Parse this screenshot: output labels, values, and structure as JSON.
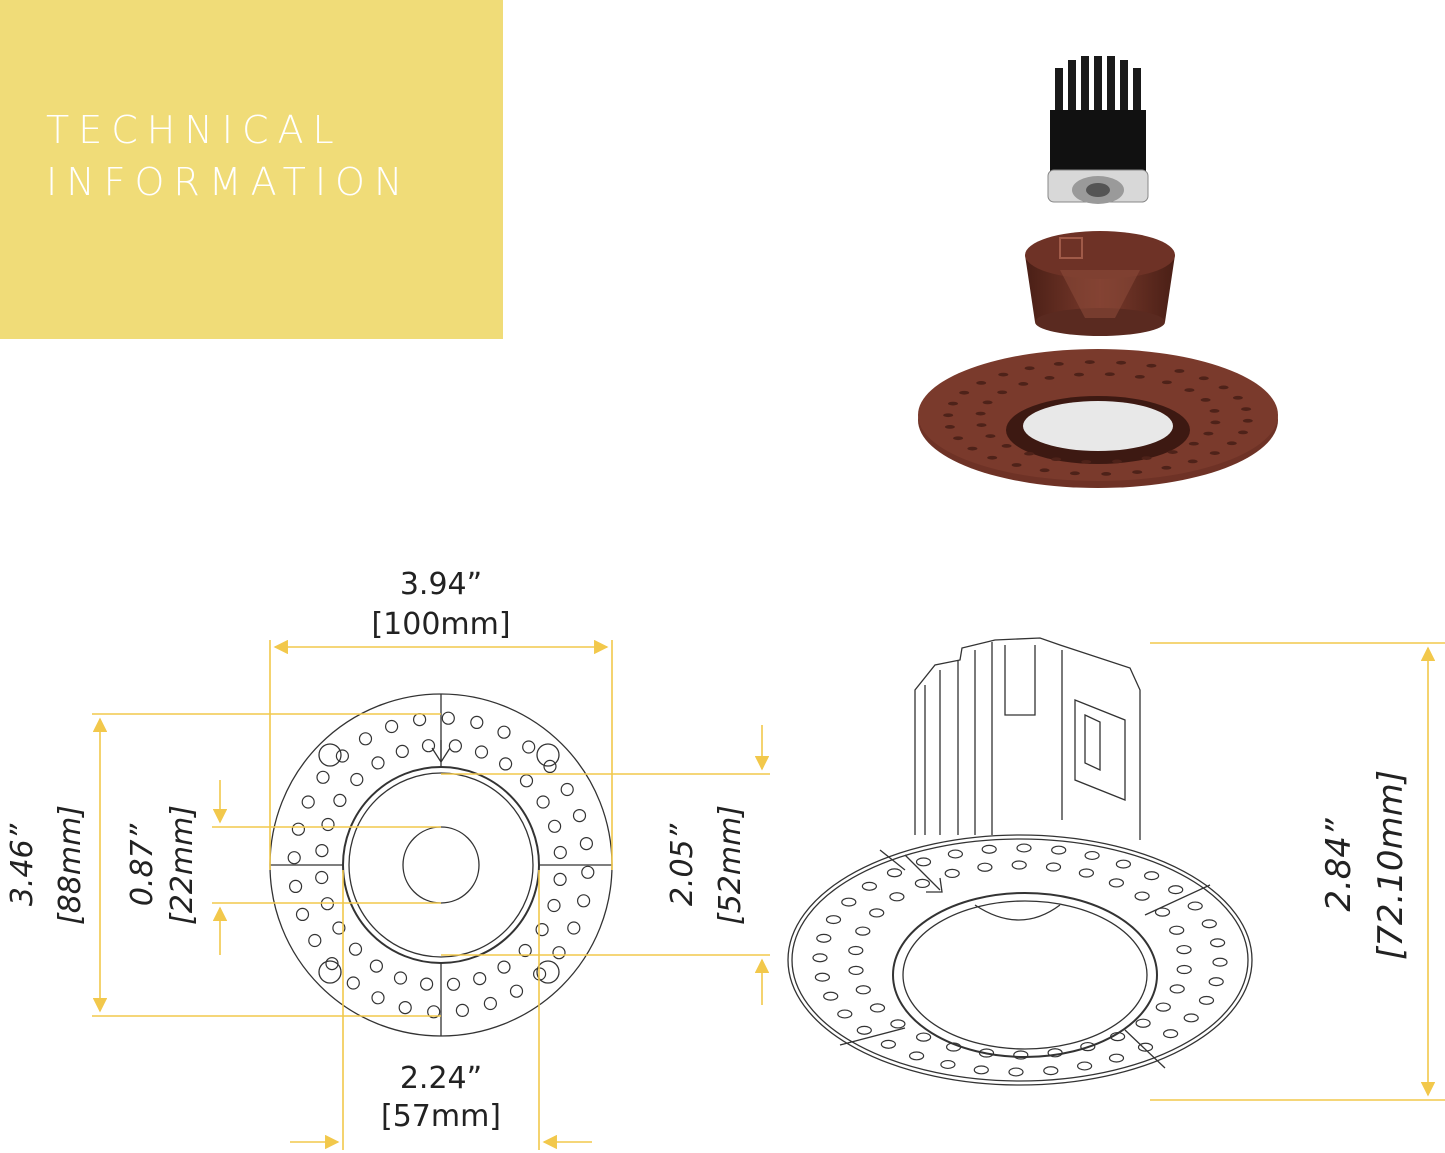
{
  "heading": {
    "line1": "TECHNICAL",
    "line2": "INFORMATION"
  },
  "colors": {
    "banner": "#f0dc78",
    "dimension_line": "#f2c84b",
    "finish_bronze": "#6e3226",
    "outline": "#333333"
  },
  "dimensions": {
    "overall_width": {
      "inch": "3.94”",
      "mm": "[100mm]"
    },
    "overall_height": {
      "inch": "3.46”",
      "mm": "[88mm]"
    },
    "lens_diameter": {
      "inch": "0.87”",
      "mm": "[22mm]"
    },
    "aperture_height": {
      "inch": "2.05”",
      "mm": "[52mm]"
    },
    "aperture_width": {
      "inch": "2.24”",
      "mm": "[57mm]"
    },
    "fixture_height": {
      "inch": "2.84”",
      "mm": "[72.10mm]"
    }
  }
}
